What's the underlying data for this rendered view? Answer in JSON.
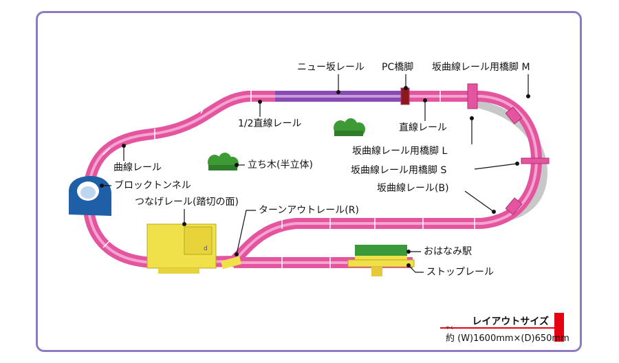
{
  "labels": {
    "new_slope_rail": "ニュー坂レール",
    "pc_pier": "PC橋脚",
    "slope_curve_pier_m": "坂曲線レール用橋脚 M",
    "half_straight_rail": "1/2直線レール",
    "straight_rail": "直線レール",
    "slope_curve_pier_l": "坂曲線レール用橋脚 L",
    "curve_rail": "曲線レール",
    "standing_tree": "立ち木(半立体)",
    "slope_curve_pier_s": "坂曲線レール用橋脚 S",
    "slope_curve_rail_b": "坂曲線レール(B)",
    "block_tunnel": "ブロックトンネル",
    "crossing_rail": "つなげレール(踏切の面)",
    "turnout_rail": "ターンアウトレール(R)",
    "ohanami_station": "おはなみ駅",
    "stop_rail": "ストップレール"
  },
  "layout_size": {
    "title": "レイアウトサイズ",
    "ruby": "やく",
    "value": "約 (W)1600mm×(D)650mm"
  },
  "colors": {
    "frame": "#8b7bbf",
    "rail_pink": "#e4549f",
    "rail_pink_light": "#f2a6cf",
    "slope_purple": "#8a4bb0",
    "tree_green": "#3d9a35",
    "tunnel_blue": "#1e5fa8",
    "crossing_yellow": "#f0e14a",
    "station_green": "#3a9a3a",
    "accent_red": "#e60012"
  }
}
